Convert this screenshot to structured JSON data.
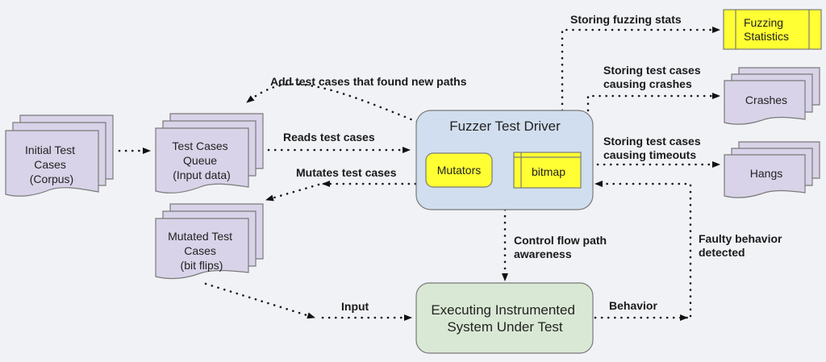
{
  "nodes": {
    "initial_corpus": {
      "lines": [
        "Initial Test",
        "Cases",
        "(Corpus)"
      ],
      "shape": "document-stack"
    },
    "queue": {
      "lines": [
        "Test Cases",
        "Queue",
        "(Input data)"
      ],
      "shape": "document-stack"
    },
    "mutated": {
      "lines": [
        "Mutated Test",
        "Cases",
        "(bit flips)"
      ],
      "shape": "document-stack"
    },
    "driver": {
      "lines": [
        "Fuzzer Test Driver"
      ],
      "shape": "rounded-rect"
    },
    "mutators": {
      "lines": [
        "Mutators"
      ],
      "shape": "rounded-rect"
    },
    "bitmap": {
      "lines": [
        "bitmap"
      ],
      "shape": "internal-storage"
    },
    "sut": {
      "lines": [
        "Executing Instrumented",
        "System Under Test"
      ],
      "shape": "rounded-rect"
    },
    "stats": {
      "lines": [
        "Fuzzing",
        "Statistics"
      ],
      "shape": "process"
    },
    "crashes": {
      "lines": [
        "Crashes"
      ],
      "shape": "document-stack"
    },
    "hangs": {
      "lines": [
        "Hangs"
      ],
      "shape": "document-stack"
    }
  },
  "edges": {
    "add_paths": {
      "label": [
        "Add test cases that found new paths"
      ]
    },
    "reads": {
      "label": [
        "Reads test cases"
      ]
    },
    "mutates": {
      "label": [
        "Mutates test cases"
      ]
    },
    "stats": {
      "label": [
        "Storing fuzzing stats"
      ]
    },
    "crashes": {
      "label": [
        "Storing test cases",
        "causing crashes"
      ]
    },
    "timeouts": {
      "label": [
        "Storing test cases",
        "causing timeouts"
      ]
    },
    "control": {
      "label": [
        "Control flow path",
        "awareness"
      ]
    },
    "faulty": {
      "label": [
        "Faulty behavior",
        "detected"
      ]
    },
    "input": {
      "label": [
        "Input"
      ]
    },
    "behavior": {
      "label": [
        "Behavior"
      ]
    }
  },
  "colors": {
    "document_fill": "#d8d3e8",
    "driver_fill": "#d0deef",
    "sut_fill": "#d9e8d4",
    "yellow_fill": "#ffff33",
    "stroke": "#7a7a7a",
    "background": "#f1f2f6"
  }
}
